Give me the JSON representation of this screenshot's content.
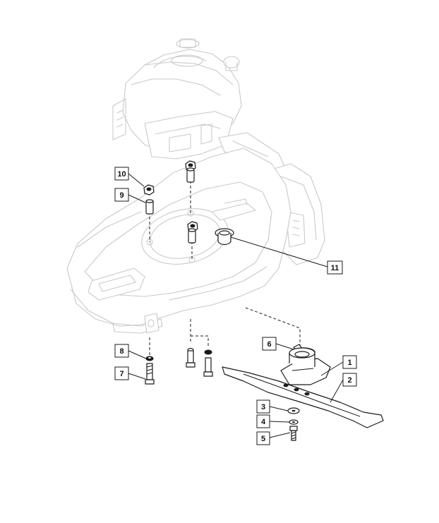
{
  "callouts": [
    {
      "id": "c1",
      "label": "1"
    },
    {
      "id": "c2",
      "label": "2"
    },
    {
      "id": "c3",
      "label": "3"
    },
    {
      "id": "c4",
      "label": "4"
    },
    {
      "id": "c5",
      "label": "5"
    },
    {
      "id": "c6",
      "label": "6"
    },
    {
      "id": "c7",
      "label": "7"
    },
    {
      "id": "c8",
      "label": "8"
    },
    {
      "id": "c9",
      "label": "9"
    },
    {
      "id": "c10",
      "label": "10"
    },
    {
      "id": "c11",
      "label": "11"
    }
  ],
  "colors": {
    "ghost_outline": "#c9c9c9",
    "part_outline": "#1a1a1a",
    "background": "#ffffff"
  }
}
